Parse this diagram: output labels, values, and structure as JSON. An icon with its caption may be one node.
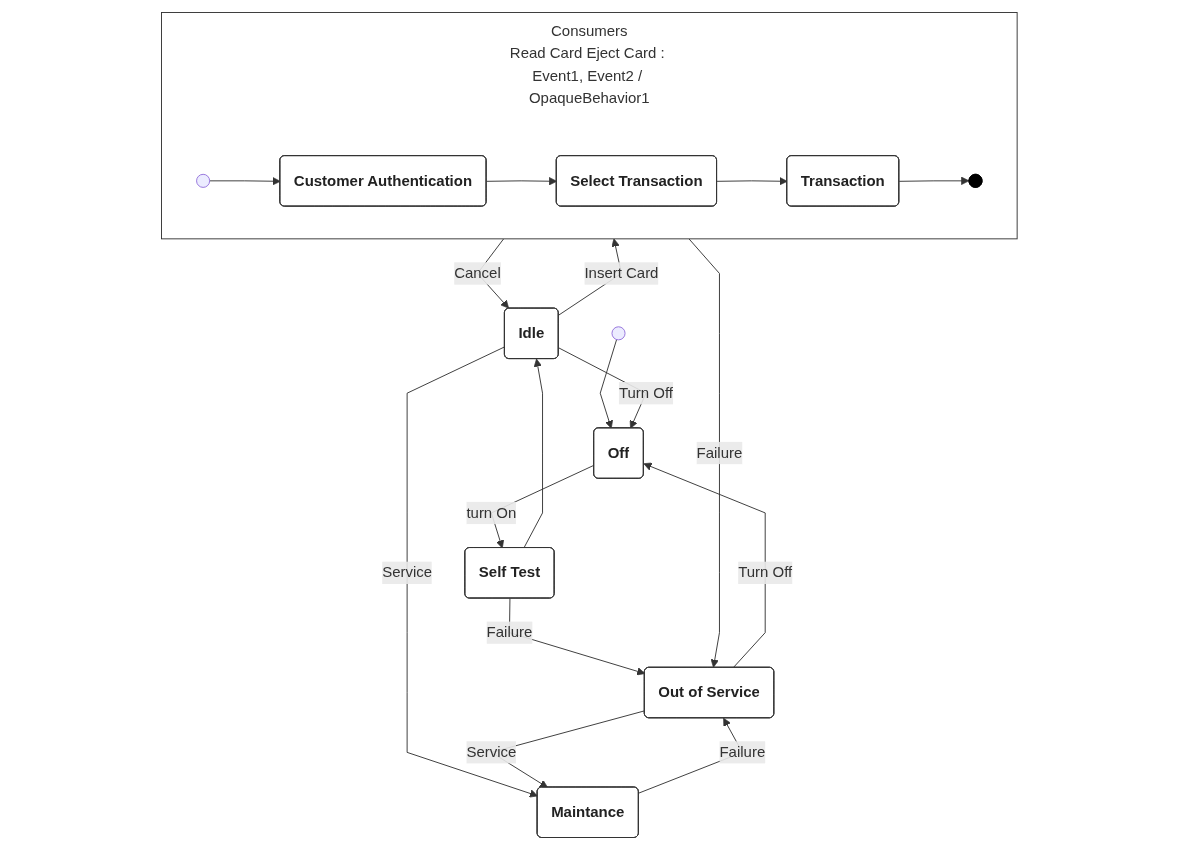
{
  "diagram": {
    "nodes": [
      {
        "text": [],
        "shape": "circle"
      },
      {
        "text": [
          "Off"
        ]
      },
      {
        "text": [
          "Self Test"
        ]
      },
      {
        "text": [
          "Idle"
        ]
      },
      {
        "text": [
          "Maintance"
        ]
      },
      {
        "text": [
          "Out of Service"
        ]
      },
      {
        "text": [
          "Consumers",
          "Read Card Eject Card : Event1, Event2 / OpaqueBehavior1"
        ]
      },
      {
        "text": [],
        "shape": "circle",
        "in": 6
      },
      {
        "text": [
          "Customer Authentication"
        ],
        "in": 6
      },
      {
        "text": [
          "Select Transaction"
        ],
        "in": 6
      },
      {
        "text": [
          "Transaction"
        ],
        "in": 6
      },
      {
        "text": [],
        "shape": "circle",
        "in": 6
      }
    ],
    "edges": [
      {
        "from": 0,
        "to": 1,
        "arrow": "to"
      },
      {
        "from": 1,
        "to": 2,
        "label": "turn On",
        "arrow": "to"
      },
      {
        "from": 2,
        "to": 3,
        "arrow": "to"
      },
      {
        "from": 2,
        "to": 5,
        "label": "Failure",
        "arrow": "to"
      },
      {
        "from": 3,
        "to": 1,
        "label": "Turn Off",
        "arrow": "to"
      },
      {
        "from": 3,
        "to": 4,
        "label": "Service",
        "arrow": "to"
      },
      {
        "from": 4,
        "to": 5,
        "label": "Failure",
        "arrow": "to"
      },
      {
        "from": 5,
        "to": 4,
        "label": "Service",
        "arrow": "to"
      },
      {
        "from": 5,
        "to": 1,
        "label": "Turn Off",
        "arrow": "to"
      },
      {
        "from": 3,
        "to": 6,
        "label": "Insert Card",
        "arrow": "to"
      },
      {
        "from": 6,
        "to": 3,
        "label": "Cancel",
        "arrow": "to"
      },
      {
        "from": 6,
        "to": 5,
        "label": "Failure",
        "arrow": "to"
      },
      {
        "from": 7,
        "to": 8,
        "arrow": "to"
      },
      {
        "from": 8,
        "to": 9,
        "arrow": "to"
      },
      {
        "from": 9,
        "to": 10,
        "arrow": "to"
      },
      {
        "from": 10,
        "to": 11,
        "arrow": "to"
      }
    ]
  }
}
